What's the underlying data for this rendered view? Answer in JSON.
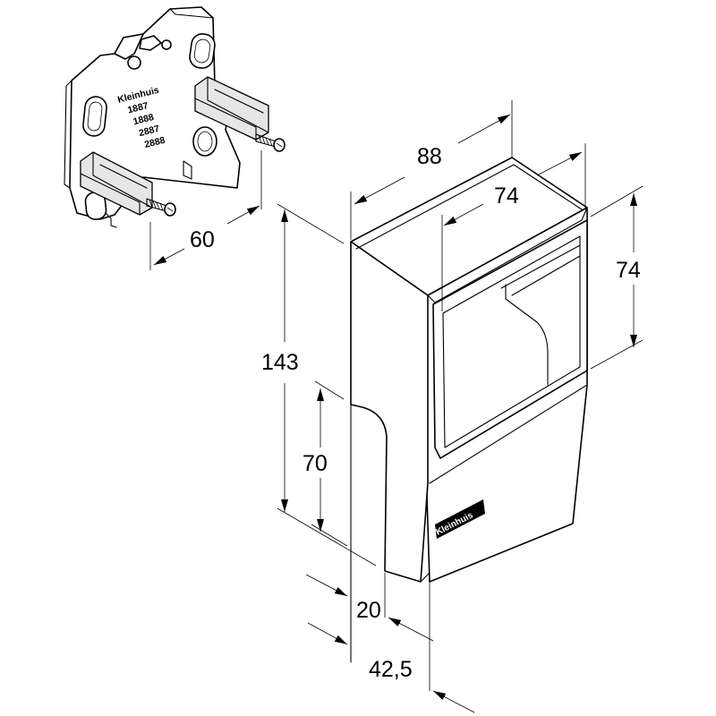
{
  "dimensions": {
    "box_width": "88",
    "opening_width": "74",
    "opening_height": "74",
    "total_height": "143",
    "lower_height": "70",
    "plate_depth": "60",
    "wall_offset": "20",
    "box_depth": "42,5"
  },
  "mounting_plate": {
    "brand": "Kleinhuis",
    "model_numbers": [
      "1887",
      "1888",
      "2887",
      "2888"
    ]
  },
  "housing": {
    "logo": "Kleinhuis"
  }
}
